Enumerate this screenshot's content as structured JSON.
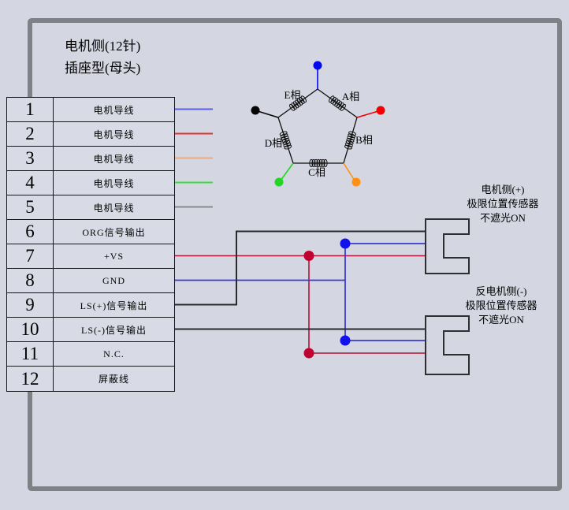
{
  "title": {
    "line1": "电机侧(12针)",
    "line2": "插座型(母头)"
  },
  "connector_table": {
    "rows": [
      {
        "pin": "1",
        "label": "电机导线",
        "wire_color": "#5c5ce8"
      },
      {
        "pin": "2",
        "label": "电机导线",
        "wire_color": "#e03434"
      },
      {
        "pin": "3",
        "label": "电机导线",
        "wire_color": "#ecaa7c"
      },
      {
        "pin": "4",
        "label": "电机导线",
        "wire_color": "#3ae03a"
      },
      {
        "pin": "5",
        "label": "电机导线",
        "wire_color": "#8a8a8e"
      },
      {
        "pin": "6",
        "label": "ORG信号输出"
      },
      {
        "pin": "7",
        "label": "+VS"
      },
      {
        "pin": "8",
        "label": "GND"
      },
      {
        "pin": "9",
        "label": "LS(+)信号输出"
      },
      {
        "pin": "10",
        "label": "LS(-)信号输出"
      },
      {
        "pin": "11",
        "label": "N.C."
      },
      {
        "pin": "12",
        "label": "屏蔽线"
      }
    ]
  },
  "pentagon": {
    "phases": [
      {
        "label": "A相"
      },
      {
        "label": "B相"
      },
      {
        "label": "C相"
      },
      {
        "label": "D相"
      },
      {
        "label": "E相"
      }
    ],
    "terminals": [
      {
        "name": "top-lead",
        "color": "#0008f0"
      },
      {
        "name": "left-lead",
        "color": "#060606"
      },
      {
        "name": "right-lead",
        "color": "#f00000"
      },
      {
        "name": "bottom-left-lead",
        "color": "#22d622"
      },
      {
        "name": "bottom-right-lead",
        "color": "#ff9010"
      }
    ]
  },
  "sensors": {
    "upper": {
      "line1": "电机侧(+)",
      "line2": "极限位置传感器",
      "line3": "不遮光ON"
    },
    "lower": {
      "line1": "反电机侧(-)",
      "line2": "极限位置传感器",
      "line3": "不遮光ON"
    }
  },
  "wiring": {
    "vs_color": "#b61236",
    "gnd_color": "#3a3ad0",
    "ls_color": "#2a2a2e",
    "vs_dot_color": "#c00030",
    "gnd_dot_color": "#1111ee"
  }
}
